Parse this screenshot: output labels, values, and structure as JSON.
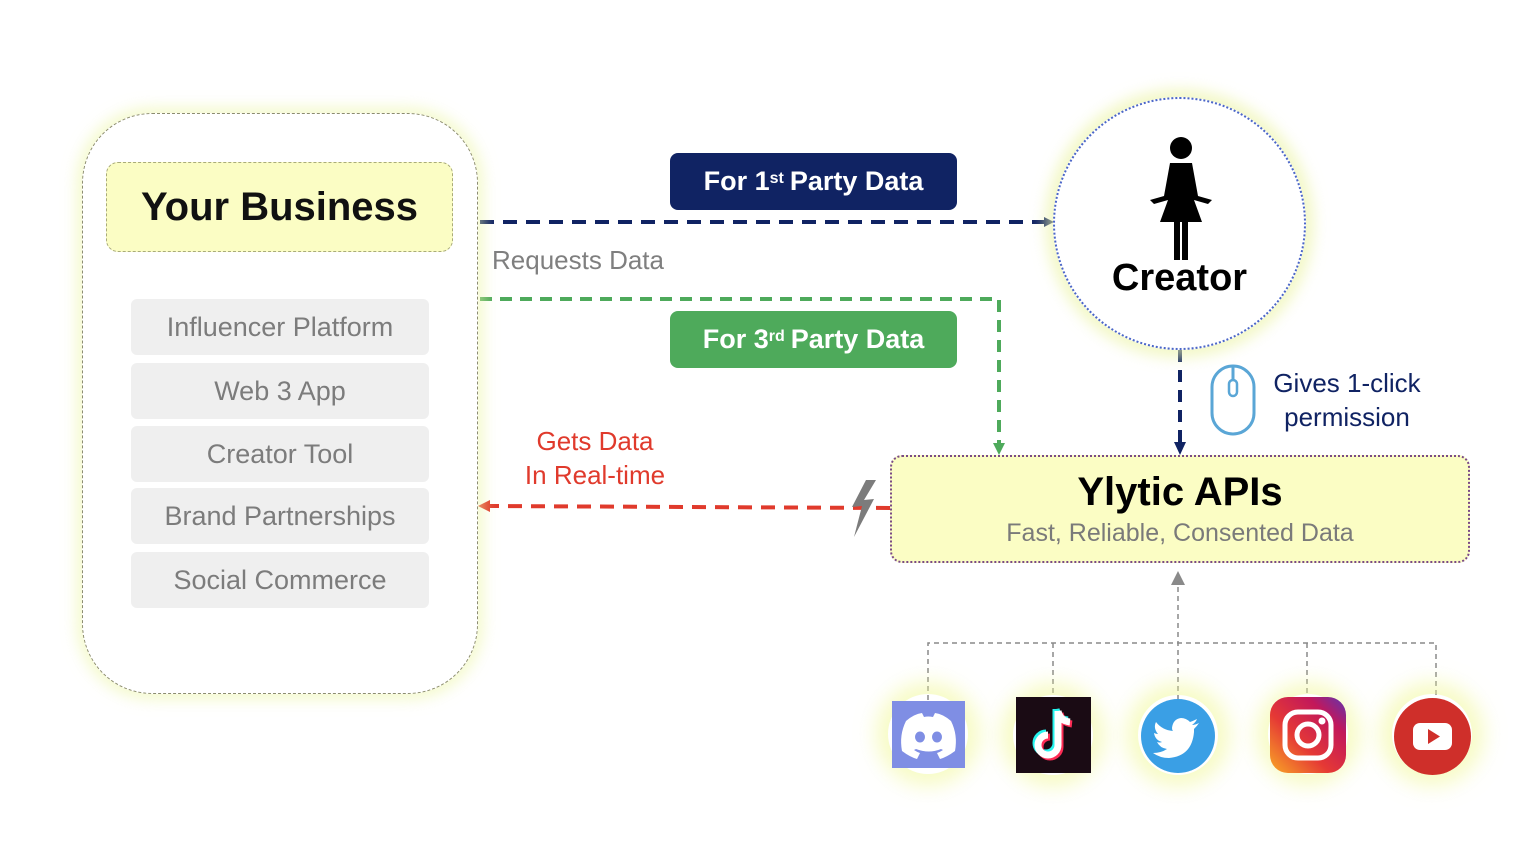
{
  "business": {
    "title": "Your Business",
    "use_cases": [
      "Influencer Platform",
      "Web 3 App",
      "Creator Tool",
      "Brand Partnerships",
      "Social Commerce"
    ]
  },
  "flows": {
    "first_party": {
      "prefix": "For 1",
      "sup": "st",
      "suffix": "Party Data"
    },
    "third_party": {
      "prefix": "For 3",
      "sup": "rd",
      "suffix": "Party Data"
    },
    "requests_label": "Requests Data",
    "gets_label_line1": "Gets Data",
    "gets_label_line2": "In Real-time"
  },
  "creator": {
    "label": "Creator",
    "permission_line1": "Gives 1-click",
    "permission_line2": "permission"
  },
  "api": {
    "title": "Ylytic APIs",
    "subtitle": "Fast, Reliable, Consented Data"
  },
  "platforms": [
    "discord-icon",
    "tiktok-icon",
    "twitter-icon",
    "instagram-icon",
    "youtube-icon"
  ],
  "colors": {
    "navy": "#102363",
    "green": "#4eaa5b",
    "red": "#e03a2c",
    "highlight": "#fbfdc4"
  }
}
